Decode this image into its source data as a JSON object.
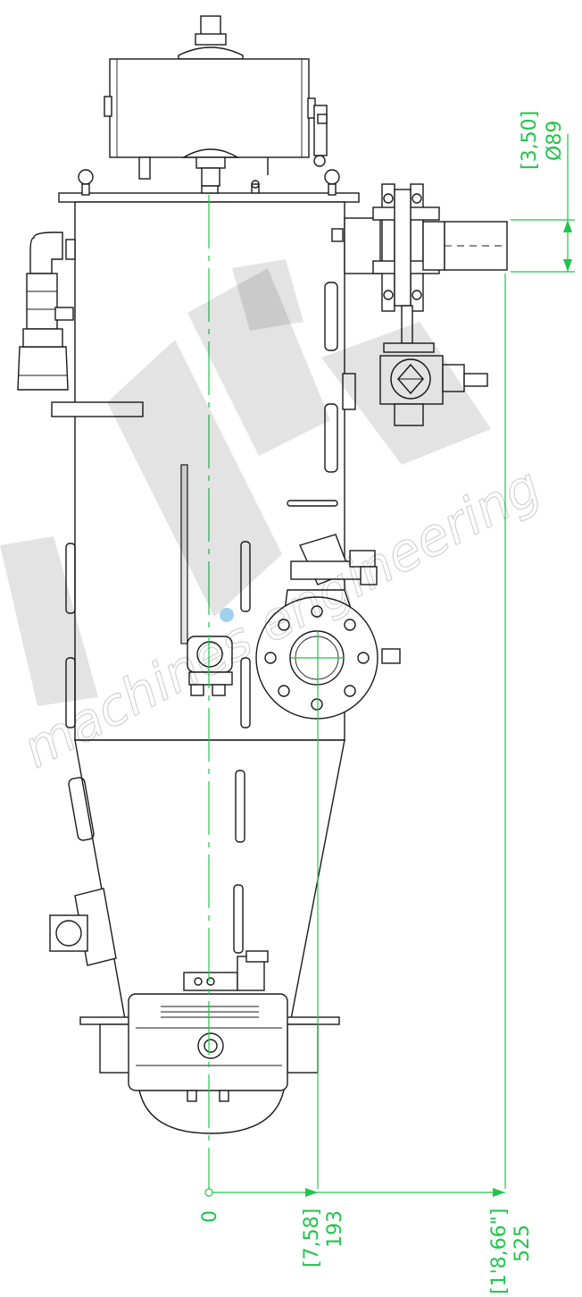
{
  "drawing": {
    "dimensions": {
      "origin_label": "0",
      "dim_1_imperial": "[7,58]",
      "dim_1_metric": "193",
      "dim_2_imperial": "[1'8,66\"]",
      "dim_2_metric": "525",
      "outlet_imperial": "[3,50]",
      "outlet_metric": "Ø89"
    },
    "watermark": {
      "secondary_text": "machines engineering"
    },
    "colors": {
      "dimension": "#22c44a",
      "line": "#1a1a1a",
      "accent_dot": "#9fd0ee"
    }
  }
}
